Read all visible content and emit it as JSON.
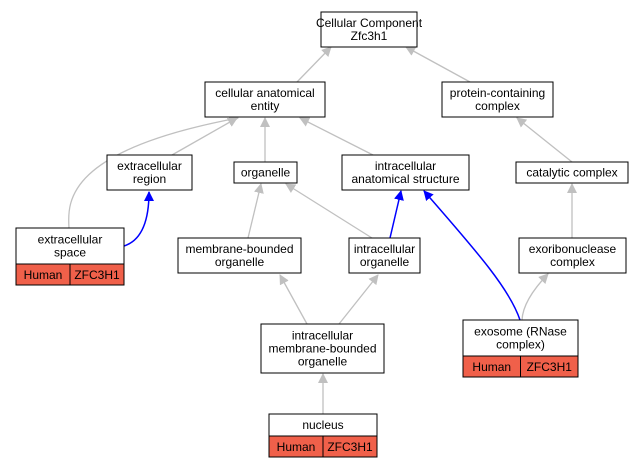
{
  "colors": {
    "background": "#ffffff",
    "node_border": "#000000",
    "edge_gray": "#c0c0c0",
    "edge_blue": "#0000ff",
    "annotation_fill": "#f0604a"
  },
  "nodes": {
    "root": [
      "Cellular Component",
      "Zfc3h1"
    ],
    "cae": [
      "cellular anatomical",
      "entity"
    ],
    "pcc": [
      "protein-containing",
      "complex"
    ],
    "er": [
      "extracellular",
      "region"
    ],
    "org": [
      "organelle"
    ],
    "ias": [
      "intracellular",
      "anatomical structure"
    ],
    "cat": [
      "catalytic complex"
    ],
    "es": [
      "extracellular",
      "space"
    ],
    "mbo": [
      "membrane-bounded",
      "organelle"
    ],
    "io": [
      "intracellular",
      "organelle"
    ],
    "exo": [
      "exoribonuclease",
      "complex"
    ],
    "imbo": [
      "intracellular",
      "membrane-bounded",
      "organelle"
    ],
    "exos": [
      "exosome (RNase",
      "complex)"
    ],
    "nuc": [
      "nucleus"
    ]
  },
  "annotations": {
    "es": [
      "Human",
      "ZFC3H1"
    ],
    "exos": [
      "Human",
      "ZFC3H1"
    ],
    "nuc": [
      "Human",
      "ZFC3H1"
    ]
  },
  "edges": [
    {
      "from": "cae",
      "to": "root",
      "color": "gray"
    },
    {
      "from": "pcc",
      "to": "root",
      "color": "gray"
    },
    {
      "from": "es",
      "to": "cae",
      "color": "gray"
    },
    {
      "from": "er",
      "to": "cae",
      "color": "gray"
    },
    {
      "from": "org",
      "to": "cae",
      "color": "gray"
    },
    {
      "from": "ias",
      "to": "cae",
      "color": "gray"
    },
    {
      "from": "cat",
      "to": "pcc",
      "color": "gray"
    },
    {
      "from": "es",
      "to": "er",
      "color": "blue"
    },
    {
      "from": "mbo",
      "to": "org",
      "color": "gray"
    },
    {
      "from": "io",
      "to": "org",
      "color": "gray"
    },
    {
      "from": "io",
      "to": "ias",
      "color": "blue"
    },
    {
      "from": "exos",
      "to": "ias",
      "color": "blue"
    },
    {
      "from": "exo",
      "to": "cat",
      "color": "gray"
    },
    {
      "from": "imbo",
      "to": "mbo",
      "color": "gray"
    },
    {
      "from": "imbo",
      "to": "io",
      "color": "gray"
    },
    {
      "from": "exos",
      "to": "exo",
      "color": "gray"
    },
    {
      "from": "nuc",
      "to": "imbo",
      "color": "gray"
    }
  ]
}
